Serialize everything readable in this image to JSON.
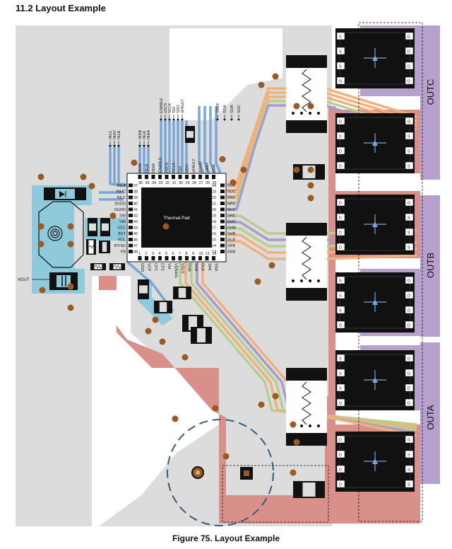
{
  "heading": "11.2   Layout Example",
  "caption": "Figure 75.  Layout Example",
  "ic": {
    "center_label": "Thermal Pad",
    "left_pins": [
      "INLB",
      "INHC",
      "INLC",
      "DVDD",
      "DGND",
      "SW",
      "VIN",
      "VCC",
      "BST",
      "RCL",
      "RT/SD",
      "FB"
    ],
    "right_pins": [
      "SOB",
      "SOC",
      "SNC",
      "SPC",
      "GLC",
      "SHC",
      "GHC",
      "GHB",
      "SHB",
      "GLB",
      "SPB",
      "SNB"
    ],
    "top_pins": [
      "INHB",
      "INLA",
      "INHA",
      "ENABLE",
      "nSCS",
      "SCLK",
      "SDI",
      "SDO",
      "nFAULT",
      "AGND",
      "VREF",
      "SOA"
    ],
    "bottom_pins": [
      "GND",
      "VCP",
      "CP1",
      "CP2",
      "VM",
      "VDRAIN",
      "VGLS",
      "GHA",
      "SHA",
      "GLA",
      "SPA",
      "SNA"
    ],
    "left_numbers": [
      "37",
      "38",
      "39",
      "40",
      "41",
      "42",
      "43",
      "44",
      "45",
      "46",
      "47",
      "48"
    ],
    "right_numbers": [
      "24",
      "23",
      "22",
      "21",
      "20",
      "19",
      "18",
      "17",
      "16",
      "15",
      "14",
      "13"
    ],
    "top_numbers": [
      "36",
      "35",
      "34",
      "33",
      "32",
      "31",
      "30",
      "29",
      "28",
      "27",
      "26",
      "25"
    ],
    "bottom_numbers": [
      "1",
      "2",
      "3",
      "4",
      "5",
      "6",
      "7",
      "8",
      "9",
      "10",
      "11",
      "12"
    ],
    "top_net_labels_left": [
      "INLC",
      "INHC",
      "INLB"
    ],
    "top_net_labels_mid": [
      "INHB",
      "INLA",
      "INHA"
    ],
    "top_net_labels_right": [
      "ENABLE",
      "nSCS",
      "SCLK",
      "SDI",
      "SDO",
      "nFAULT",
      "VREF",
      "SOA",
      "SOB",
      "SOC"
    ]
  },
  "outputs": [
    "OUTC",
    "OUTB",
    "OUTA"
  ],
  "vout_label": "VOUT",
  "mosfet_pins": {
    "source": "S",
    "gate": "G",
    "drain": "D"
  },
  "colors": {
    "board": "#dcdcdc",
    "copper_red": "#d9908a",
    "trace_blue": "#7aa6d6",
    "trace_green": "#b5cf8e",
    "trace_orange": "#f2b07a",
    "trace_purple": "#a99ac9",
    "phase_purple": "#b5a1cc",
    "vin_cyan": "#8ec9dc",
    "via_brown": "#9a5b22",
    "component_black": "#111111"
  }
}
